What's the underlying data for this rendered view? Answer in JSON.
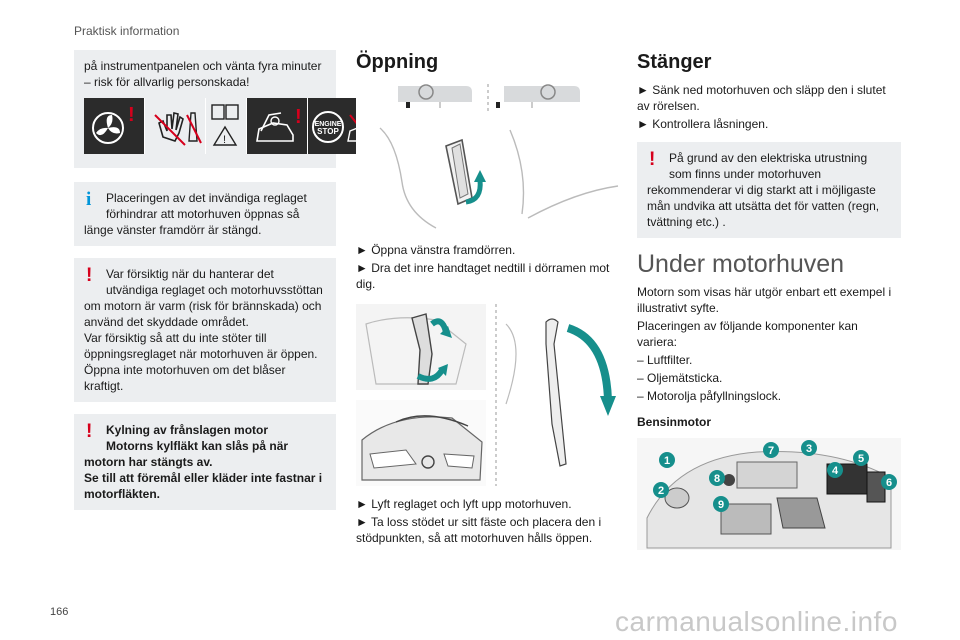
{
  "header": {
    "running_head": "Praktisk information"
  },
  "footer": {
    "page_number": "166",
    "watermark": "carmanualsonline.info"
  },
  "col1": {
    "warning_top": "på instrumentpanelen och vänta fyra minuter – risk för allvarlig personskada!",
    "pictogram_labels": {
      "engine_stop": "ENGINE\nSTOP"
    },
    "info_placement": {
      "line1": "Placeringen av det invändiga reglaget",
      "line2": "förhindrar att motorhuven öppnas så",
      "line3": "länge vänster framdörr är stängd."
    },
    "warning_handling": {
      "line1": "Var försiktig när du hanterar det",
      "line2": "utvändiga reglaget och motorhuvsstöttan",
      "rest": "om motorn är varm (risk för brännskada) och använd det skyddade området.",
      "line4": "Var försiktig så att du inte stöter till öppningsreglaget när motorhuven är öppen.",
      "line5": "Öppna inte motorhuven om det blåser kraftigt."
    },
    "warning_fan": {
      "line1": "Kylning av frånslagen motor",
      "line2": "Motorns kylfläkt kan slås på när",
      "rest": "motorn har stängts av.",
      "line4": "Se till att föremål eller kläder inte fastnar i motorfläkten."
    }
  },
  "col2": {
    "heading": "Öppning",
    "step1a": "► Öppna vänstra framdörren.",
    "step1b": "► Dra det inre handtaget nedtill i dörramen mot dig.",
    "step2a": "► Lyft reglaget och lyft upp motorhuven.",
    "step2b": "► Ta loss stödet ur sitt fäste och placera den i stödpunkten, så att motorhuven hålls öppen."
  },
  "col3": {
    "heading": "Stänger",
    "step1": "► Sänk ned motorhuven och släpp den i slutet av rörelsen.",
    "step2": "► Kontrollera låsningen.",
    "warning": {
      "line1": "På grund av den elektriska utrustning",
      "line2": "som finns under motorhuven",
      "rest": "rekommenderar vi dig starkt att i möjligaste mån undvika att utsätta det för vatten (regn, tvättning etc.) ."
    },
    "section_heading": "Under motorhuven",
    "intro1": "Motorn som visas här utgör enbart ett exempel i illustrativt syfte.",
    "intro2": "Placeringen av följande komponenter kan variera:",
    "list": [
      "– Luftfilter.",
      "– Oljemätsticka.",
      "– Motorolja påfyllningslock."
    ],
    "subheading": "Bensinmotor",
    "engine_labels": [
      "1",
      "2",
      "3",
      "4",
      "5",
      "6",
      "7",
      "8",
      "9"
    ]
  },
  "colors": {
    "accent_teal": "#168f8c",
    "warning_red": "#d6001c",
    "info_blue": "#0095d9",
    "box_grey": "#eceef0"
  }
}
